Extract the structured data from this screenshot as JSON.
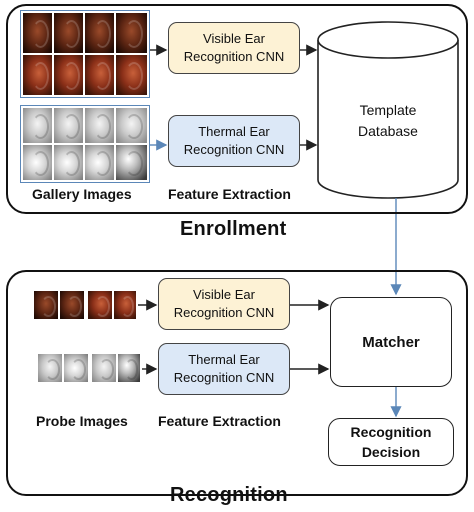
{
  "enrollment": {
    "title": "Enrollment",
    "visible_cnn": {
      "line1": "Visible Ear",
      "line2": "Recognition CNN"
    },
    "thermal_cnn": {
      "line1": "Thermal Ear",
      "line2": "Recognition CNN"
    },
    "gallery_label": "Gallery Images",
    "feature_label": "Feature Extraction",
    "database": {
      "line1": "Template",
      "line2": "Database"
    }
  },
  "recognition": {
    "title": "Recognition",
    "visible_cnn": {
      "line1": "Visible Ear",
      "line2": "Recognition CNN"
    },
    "thermal_cnn": {
      "line1": "Thermal Ear",
      "line2": "Recognition CNN"
    },
    "probe_label": "Probe Images",
    "feature_label": "Feature Extraction",
    "matcher": "Matcher",
    "decision": {
      "line1": "Recognition",
      "line2": "Decision"
    }
  },
  "colors": {
    "visible_cnn_fill": "#fdf2d5",
    "thermal_cnn_fill": "#dce8f7",
    "connector_blue": "#5b87b8",
    "gallery_frame": "#5b87b8"
  }
}
